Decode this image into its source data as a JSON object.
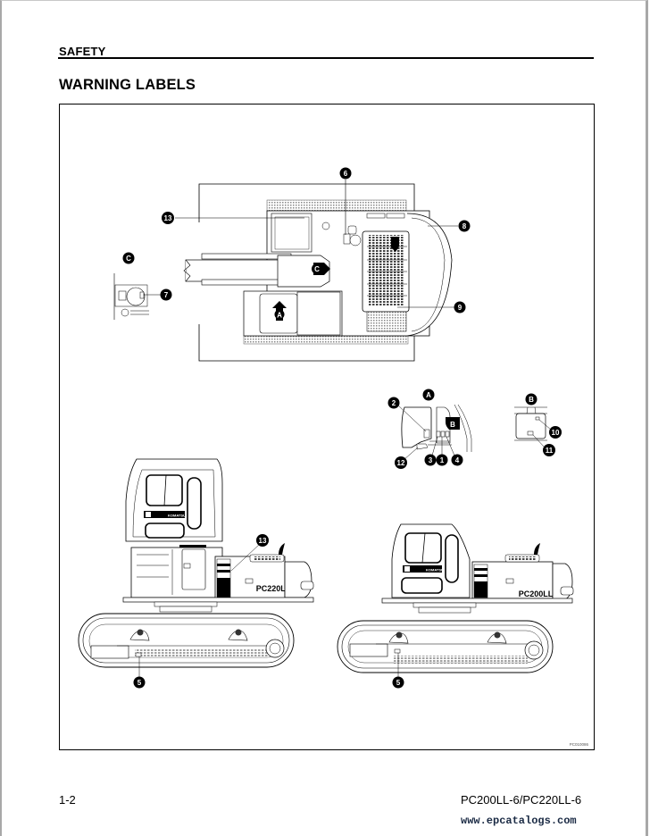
{
  "header": {
    "section": "SAFETY",
    "title": "WARNING LABELS"
  },
  "figure": {
    "code": "PC010086",
    "views": {
      "top_view": {
        "callouts": [
          "6",
          "8",
          "9",
          "13"
        ],
        "arrows": [
          "A",
          "C"
        ]
      },
      "detail_c": {
        "label": "C",
        "callouts": [
          "7"
        ]
      },
      "detail_a": {
        "label": "A",
        "arrow": "B",
        "callouts": [
          "2",
          "12",
          "3",
          "1",
          "4"
        ]
      },
      "detail_b": {
        "label": "B",
        "callouts": [
          "10",
          "11"
        ]
      },
      "side_view_pc220": {
        "model_badge": "PC220LL",
        "brand": "KOMATSU",
        "callouts": [
          "13",
          "5"
        ]
      },
      "side_view_pc200": {
        "model_badge": "PC200LL",
        "brand": "KOMATSU",
        "callouts": [
          "5"
        ]
      }
    }
  },
  "footer": {
    "page_number": "1-2",
    "model": "PC200LL-6/PC220LL-6",
    "url": "www.epcatalogs.com"
  }
}
